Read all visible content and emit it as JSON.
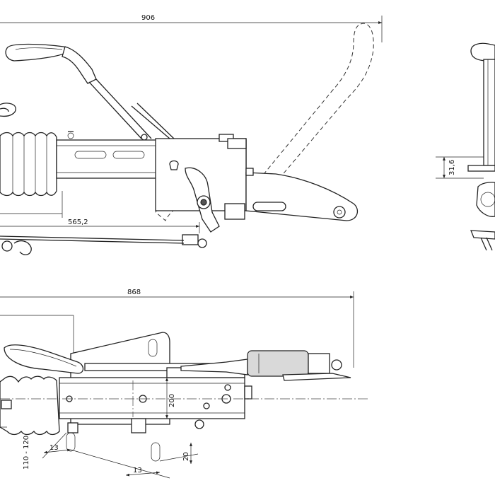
{
  "dimensions": {
    "top_overall_length": "906",
    "top_side_length": "565,2",
    "right_height": "31,6",
    "bottom_overall_length": "868",
    "bottom_body_height": "200",
    "bottom_height_range": "110 - 120",
    "hole_width_a": "13",
    "hole_width_b": "13",
    "hole_spacing": "20"
  },
  "colors": {
    "line": "#222222",
    "fill_gray": "#d9d9d9",
    "background": "#ffffff"
  }
}
